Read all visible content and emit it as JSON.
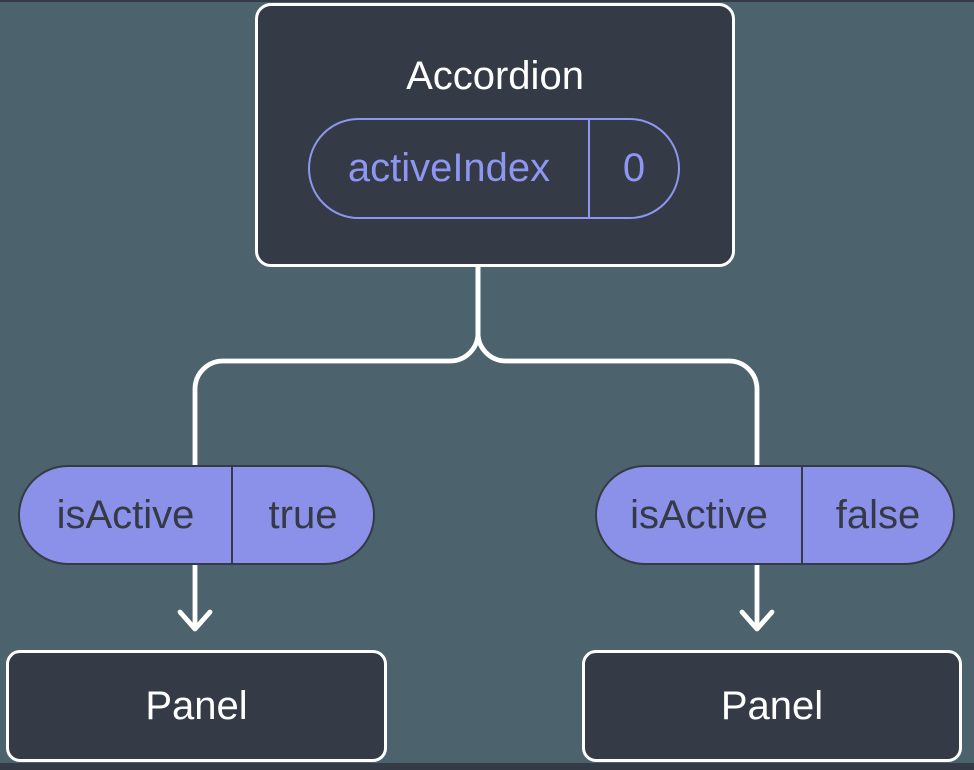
{
  "colors": {
    "background": "#4C626C",
    "node-fill": "#343A46",
    "node-border": "#FFFFFF",
    "accent-purple": "#8D96F0",
    "pill-fill": "#8B90E9",
    "pill-dark": "#343A46",
    "connector": "#FFFFFF",
    "text-light": "#FFFFFF"
  },
  "diagram": {
    "root": {
      "title": "Accordion",
      "state": {
        "name": "activeIndex",
        "value": "0"
      }
    },
    "props": [
      {
        "name": "isActive",
        "value": "true"
      },
      {
        "name": "isActive",
        "value": "false"
      }
    ],
    "children": [
      {
        "title": "Panel"
      },
      {
        "title": "Panel"
      }
    ]
  }
}
